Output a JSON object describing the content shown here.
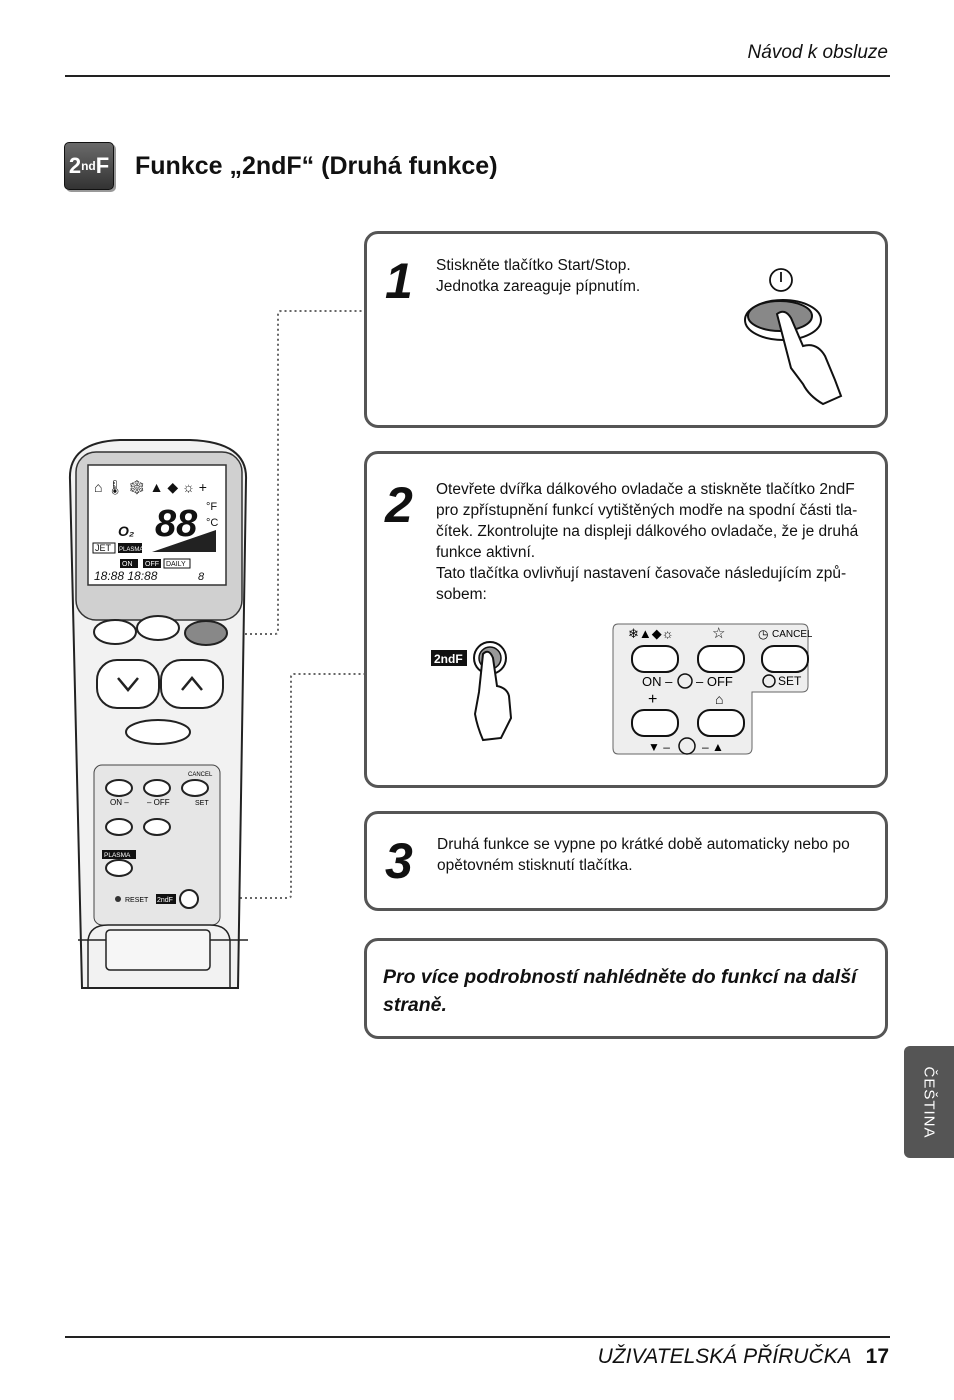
{
  "header": {
    "text": "Návod k obsluze"
  },
  "section": {
    "badge": "2ndF",
    "title": "Funkce „2ndF“ (Druhá funkce)"
  },
  "steps": [
    {
      "number": "1",
      "lines": [
        "Stiskněte tlačítko Start/Stop.",
        "Jednotka zareaguje pípnutím."
      ]
    },
    {
      "number": "2",
      "lines": [
        "Otevřete dvířka dálkového ovladače a stiskněte tlačítko 2ndF",
        "pro zpřístupnění funkcí vytištěných modře na spodní části tla-",
        "čítek. Zkontrolujte na displeji dálkového ovladače, že je druhá",
        "funkce aktivní.",
        "Tato tlačítka ovlivňují nastavení časovače následujícím způ-",
        "sobem:"
      ]
    },
    {
      "number": "3",
      "lines": [
        "Druhá funkce se vypne po krátké době automaticky nebo po",
        "opětovném stisknutí tlačítka."
      ]
    }
  ],
  "note": "Pro více podrobností nahlédněte do funkcí na další straně.",
  "panel": {
    "cancel": "CANCEL",
    "on_off_on": "ON –",
    "on_off_off": "– OFF",
    "set": "SET",
    "key": "2ndF"
  },
  "remote": {
    "jet": "JET",
    "plasma_tag": "PLASMA",
    "on": "ON",
    "off": "OFF",
    "daily": "DAILY",
    "cancel": "CANCEL",
    "set": "SET",
    "on_off_on": "ON –",
    "on_off_off": "– OFF",
    "plasma": "PLASMA",
    "reset": "RESET",
    "key": "2ndF"
  },
  "side_tab": "ČEŠTINA",
  "footer": {
    "title": "UŽIVATELSKÁ PŘÍRUČKA",
    "page": "17"
  }
}
